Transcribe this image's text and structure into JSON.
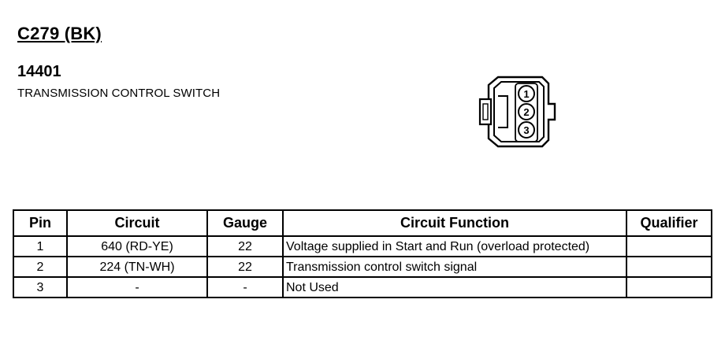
{
  "header": {
    "connector_id": "C279 (BK)",
    "part_number": "14401",
    "component_name": "TRANSMISSION CONTROL SWITCH"
  },
  "connector_diagram": {
    "pin_labels": [
      "1",
      "2",
      "3"
    ]
  },
  "table": {
    "columns": [
      "Pin",
      "Circuit",
      "Gauge",
      "Circuit Function",
      "Qualifier"
    ],
    "rows": [
      {
        "pin": "1",
        "circuit": "640 (RD-YE)",
        "gauge": "22",
        "function": "Voltage supplied in Start and Run (overload protected)",
        "qualifier": ""
      },
      {
        "pin": "2",
        "circuit": "224 (TN-WH)",
        "gauge": "22",
        "function": "Transmission control switch signal",
        "qualifier": ""
      },
      {
        "pin": "3",
        "circuit": "-",
        "gauge": "-",
        "function": "Not Used",
        "qualifier": ""
      }
    ]
  }
}
